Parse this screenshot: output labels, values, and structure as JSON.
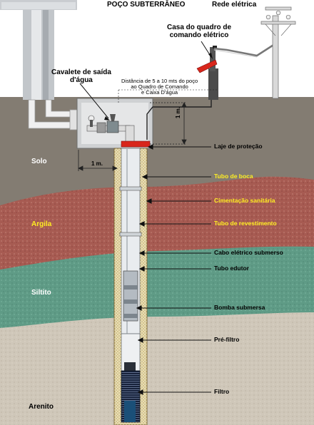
{
  "title": "POÇO SUBTERRÂNEO",
  "top_labels": {
    "rede_eletrica": "Rede elétrica",
    "casa_line1": "Casa do quadro de",
    "casa_line2": "comando elétrico",
    "cavalete_line1": "Cavalete de saída",
    "cavalete_line2": "d'água",
    "dist_line1": "Distância de 5 a 10 mts do poço",
    "dist_line2": "ao Quadro de Comando",
    "dist_line3": "e Caixa D'água"
  },
  "dimensions": {
    "vertical": "1 m.",
    "horizontal": "1 m."
  },
  "layers": {
    "solo": "Solo",
    "argila": "Argila",
    "siltito": "Siltito",
    "arenito": "Arenito"
  },
  "callouts": [
    {
      "id": "laje",
      "text": "Laje de proteção",
      "color": "#000000"
    },
    {
      "id": "tubo-boca",
      "text": "Tubo de boca",
      "color": "#ffee22"
    },
    {
      "id": "cimentacao",
      "text": "Cimentação sanitária",
      "color": "#ffee22"
    },
    {
      "id": "revestimento",
      "text": "Tubo de revestimento",
      "color": "#ffee22"
    },
    {
      "id": "cabo",
      "text": "Cabo elétrico submerso",
      "color": "#000000"
    },
    {
      "id": "edutor",
      "text": "Tubo edutor",
      "color": "#000000"
    },
    {
      "id": "bomba",
      "text": "Bomba submersa",
      "color": "#000000"
    },
    {
      "id": "prefiltro",
      "text": "Pré-filtro",
      "color": "#000000"
    },
    {
      "id": "filtro",
      "text": "Filtro",
      "color": "#000000"
    }
  ],
  "colors": {
    "sky": "#ffffff",
    "solo": "#837c72",
    "argila": "#a55a52",
    "siltito": "#5e9a86",
    "arenito": "#cfc6b8",
    "red_accent": "#d8261b"
  }
}
